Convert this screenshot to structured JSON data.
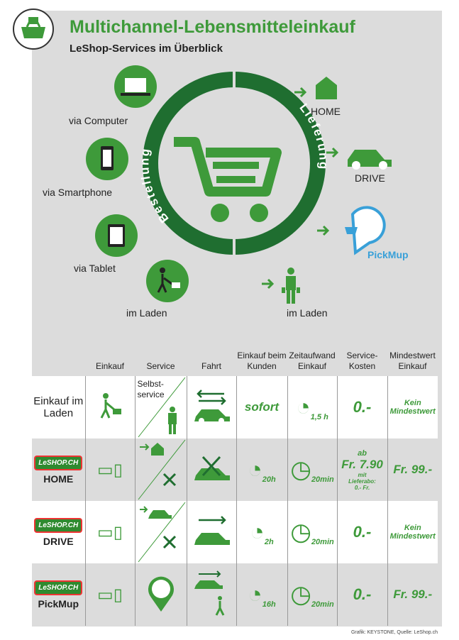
{
  "header": {
    "title": "Multichannel-Lebensmitteleinkauf",
    "subtitle": "LeShop-Services im Überblick"
  },
  "ring": {
    "left": "Bestellung",
    "right": "Lieferung"
  },
  "order_channels": [
    "via Computer",
    "via Smartphone",
    "via Tablet",
    "im Laden"
  ],
  "delivery_channels": [
    "HOME",
    "DRIVE",
    "PickMup",
    "im Laden"
  ],
  "table": {
    "headers": [
      "",
      "Einkauf",
      "Service",
      "Fahrt",
      "Einkauf beim Kunden",
      "Zeitaufwand Einkauf",
      "Service-Kosten",
      "Mindestwert Einkauf"
    ],
    "rows": [
      {
        "name": "Einkauf im Laden",
        "service_text": "Selbst-service",
        "kunden": "sofort",
        "zeit": "1,5 h",
        "kosten": "0.-",
        "mindest": "Kein Mindestwert"
      },
      {
        "name": "HOME",
        "logo": "LeSHOP.CH",
        "kunden": "20h",
        "zeit": "20min",
        "kosten_pre": "ab",
        "kosten": "Fr. 7.90",
        "kosten_note": "mit Lieferabo: 0.- Fr.",
        "mindest": "Fr. 99.-"
      },
      {
        "name": "DRIVE",
        "logo": "LeSHOP.CH",
        "kunden": "2h",
        "zeit": "20min",
        "kosten": "0.-",
        "mindest": "Kein Mindestwert"
      },
      {
        "name": "PickMup",
        "logo": "LeSHOP.CH",
        "kunden": "16h",
        "zeit": "20min",
        "kosten": "0.-",
        "mindest": "Fr. 99.-"
      }
    ]
  },
  "credit": "Grafik: KEYSTONE, Quelle: LeShop.ch",
  "colors": {
    "green": "#3e9a3a",
    "dark_green": "#1f6e30",
    "panel": "#dcdcdc"
  }
}
